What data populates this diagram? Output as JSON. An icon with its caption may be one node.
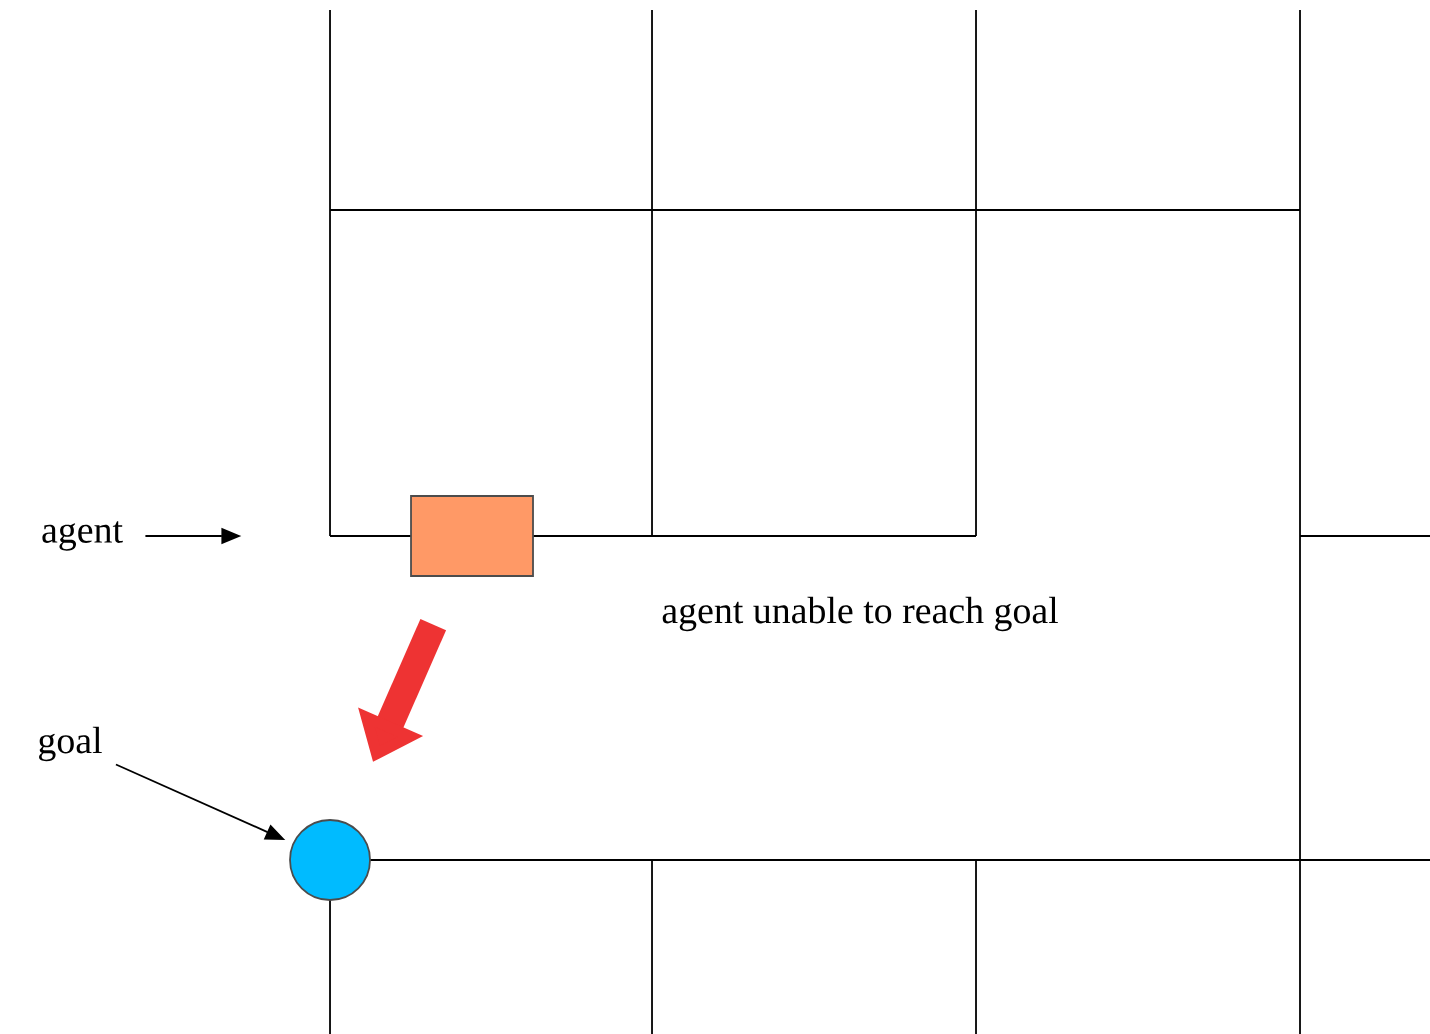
{
  "diagram": {
    "nodes": [
      {
        "text": [
          "agent"
        ]
      },
      {
        "text": [
          "goal"
        ]
      },
      {
        "text": [],
        "shape": "box"
      },
      {
        "text": [],
        "shape": "circle"
      }
    ],
    "edges": [
      {
        "from": 0,
        "to": null,
        "arrow": "to"
      },
      {
        "from": 1,
        "to": 3,
        "arrow": "to"
      },
      {
        "from": 2,
        "to": 3,
        "arrow": "to",
        "style": "thick",
        "color": "#ee3333"
      }
    ],
    "labels": [
      "agent unable to reach goal"
    ]
  }
}
